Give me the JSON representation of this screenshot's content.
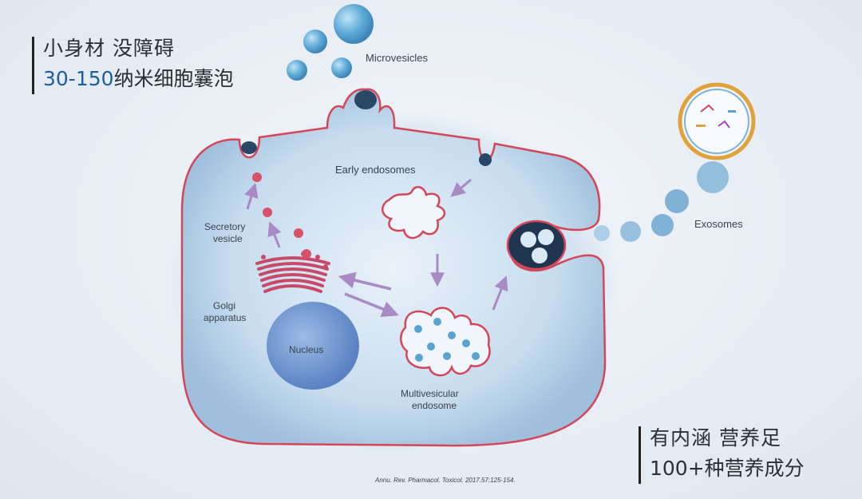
{
  "captions": {
    "top_left": {
      "line1": "小身材  没障碍",
      "line2_num": "30-150",
      "line2_text": "纳米细胞囊泡"
    },
    "bottom_right": {
      "line1": "有内涵  营养足",
      "line2": "100+种营养成分"
    }
  },
  "labels": {
    "microvesicles": "Microvesicles",
    "early_endosomes": "Early endosomes",
    "secretory_vesicle_line1": "Secretory",
    "secretory_vesicle_line2": "vesicle",
    "golgi_line1": "Golgi",
    "golgi_line2": "apparatus",
    "nucleus": "Nucleus",
    "multivesicular_line1": "Multivesicular",
    "multivesicular_line2": "endosome",
    "exosomes": "Exosomes"
  },
  "citation": "Annu. Rev. Pharmacol. Toxicol. 2017.57:125-154.",
  "colors": {
    "membrane_red": "#d2475a",
    "cell_blue": "#a9c6e0",
    "vesicle_blue": "#5aa3d0",
    "arrow_purple": "#a98ac4",
    "nucleus_blue": "#6d95cf",
    "golgi_pink": "#c84a6a"
  }
}
